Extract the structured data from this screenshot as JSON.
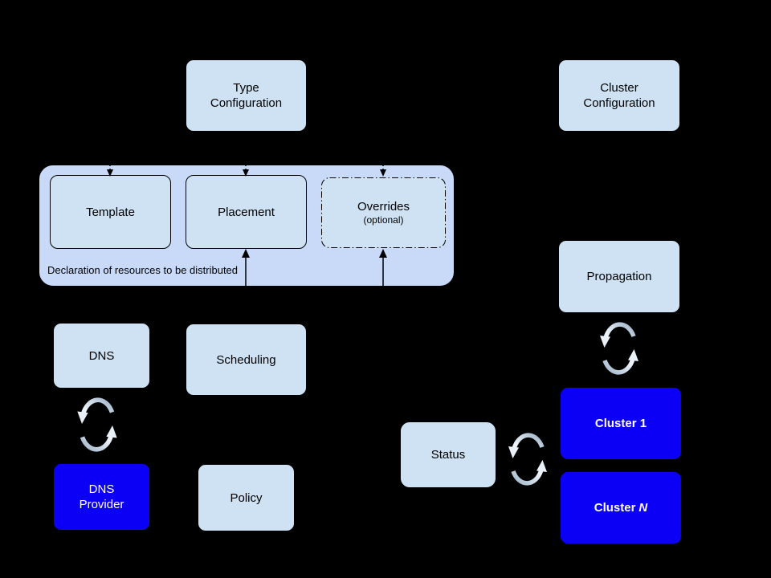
{
  "palette": {
    "background": "#000000",
    "node_fill": "#cfe2f3",
    "group_fill": "#c9daf8",
    "active_fill": "#0b00f5",
    "node_text": "#000000",
    "active_text": "#ffffff",
    "connector": "#000000",
    "sync_icon_tail": "#9db3c9",
    "sync_icon_head": "#eef4fa"
  },
  "nodes": {
    "type_configuration": {
      "line1": "Type",
      "line2": "Configuration"
    },
    "cluster_configuration": {
      "line1": "Cluster",
      "line2": "Configuration"
    },
    "template": {
      "label": "Template"
    },
    "placement": {
      "label": "Placement"
    },
    "overrides": {
      "label": "Overrides",
      "sublabel": "(optional)"
    },
    "propagation": {
      "label": "Propagation"
    },
    "dns": {
      "label": "DNS"
    },
    "scheduling": {
      "label": "Scheduling"
    },
    "dns_provider": {
      "line1": "DNS",
      "line2": "Provider"
    },
    "policy": {
      "label": "Policy"
    },
    "status": {
      "label": "Status"
    },
    "cluster_1": {
      "label": "Cluster 1"
    },
    "cluster_n": {
      "prefix": "Cluster",
      "italic_suffix": "N"
    }
  },
  "group": {
    "caption": "Declaration of resources to be distributed",
    "members": [
      "Template",
      "Placement",
      "Overrides (optional)"
    ]
  },
  "connectors": [
    {
      "to": "template",
      "side": "top",
      "style": "dashed-arrow-down"
    },
    {
      "to": "placement",
      "side": "top",
      "style": "dashed-arrow-down"
    },
    {
      "to": "overrides",
      "side": "top",
      "style": "dashed-arrow-down"
    },
    {
      "to": "placement",
      "side": "bottom",
      "style": "solid-arrow-up"
    },
    {
      "to": "overrides",
      "side": "bottom",
      "style": "solid-arrow-up"
    }
  ],
  "sync_links": [
    {
      "between": [
        "dns",
        "dns_provider"
      ],
      "icon": "sync-icon"
    },
    {
      "between": [
        "propagation",
        "cluster_1"
      ],
      "icon": "sync-icon"
    },
    {
      "between": [
        "status",
        "cluster_1"
      ],
      "icon": "sync-icon"
    }
  ]
}
